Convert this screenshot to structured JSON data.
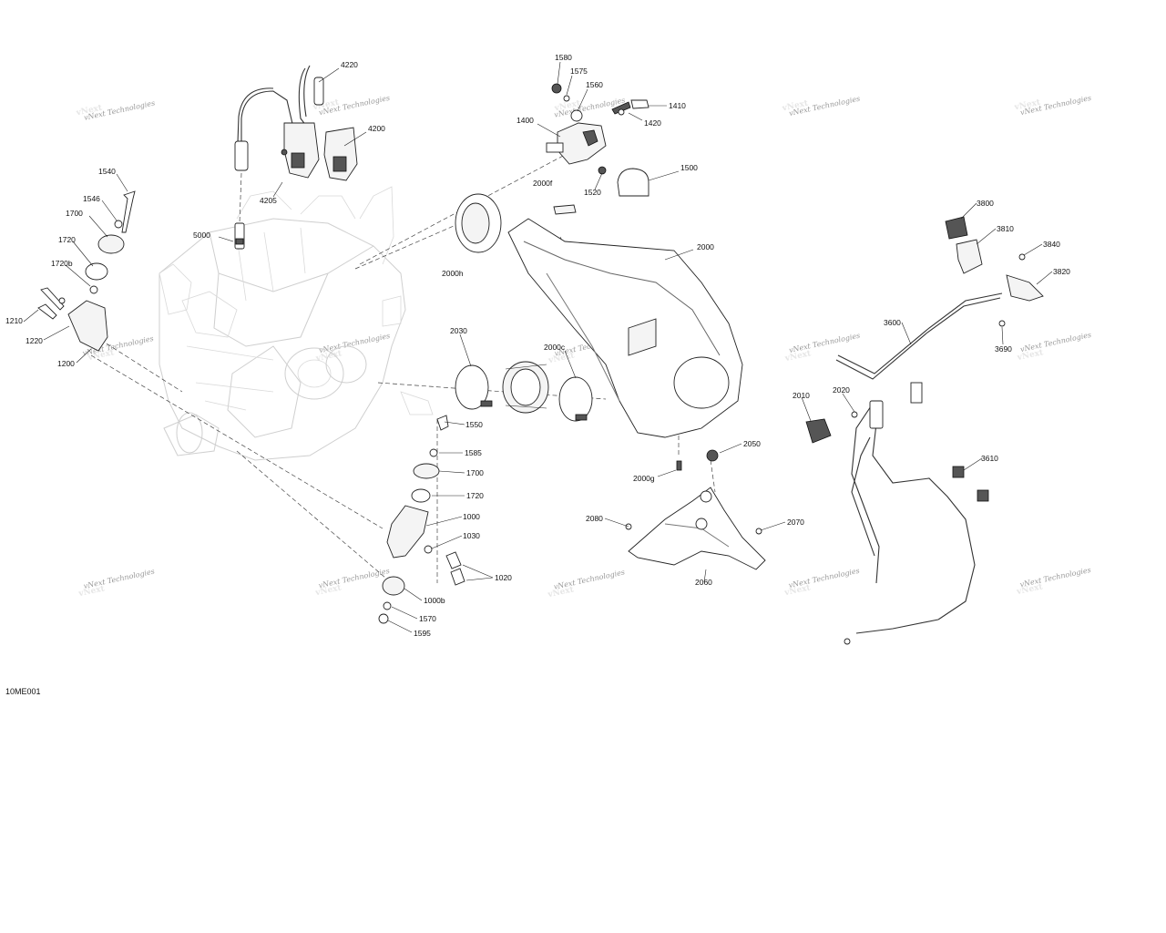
{
  "diagram": {
    "document_id": "10ME001",
    "watermark_text": "vNext Technologies",
    "callouts": [
      "4220",
      "4200",
      "4205",
      "5000",
      "1580",
      "1575",
      "1560",
      "1410",
      "1400",
      "1420",
      "1500",
      "1520",
      "2000f",
      "2000h",
      "2000",
      "2000c",
      "2030",
      "1540",
      "1546",
      "1700",
      "1720",
      "1720b",
      "1210",
      "1220",
      "1200",
      "1550",
      "1585",
      "1700",
      "1720",
      "1000",
      "1030",
      "1020",
      "1000b",
      "1570",
      "1595",
      "2050",
      "2000g",
      "2080",
      "2070",
      "2060",
      "3800",
      "3810",
      "3840",
      "3820",
      "3600",
      "3690",
      "2010",
      "2020",
      "3610"
    ]
  }
}
